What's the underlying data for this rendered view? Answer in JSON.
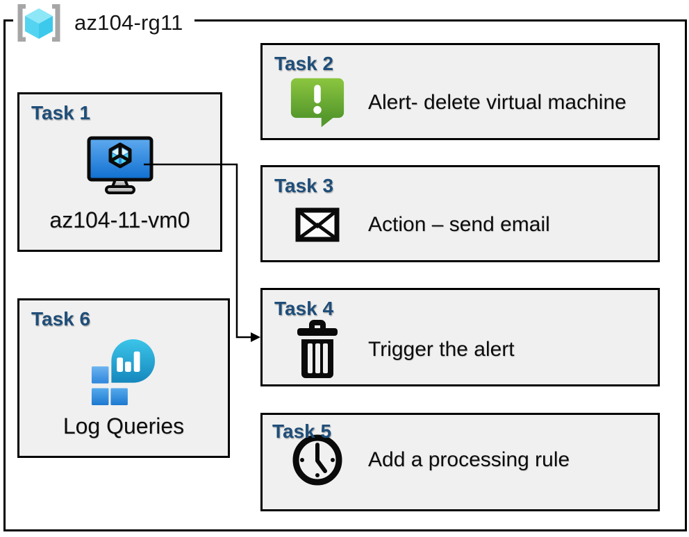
{
  "header": {
    "title": "az104-rg11",
    "icon": "resource-group-icon"
  },
  "tasks": [
    {
      "title": "Task 1",
      "label": "az104-11-vm0",
      "icon": "virtual-machine-icon"
    },
    {
      "title": "Task 2",
      "label": "Alert- delete virtual machine",
      "icon": "alert-message-icon"
    },
    {
      "title": "Task 3",
      "label": "Action – send email",
      "icon": "email-envelope-icon"
    },
    {
      "title": "Task 4",
      "label": "Trigger the alert",
      "icon": "trash-icon"
    },
    {
      "title": "Task 5",
      "label": "Add a processing rule",
      "icon": "clock-icon"
    },
    {
      "title": "Task 6",
      "label": "Log Queries",
      "icon": "log-queries-icon"
    }
  ],
  "connector": {
    "from": "Task 1",
    "to": "Task 4"
  },
  "colors": {
    "task_heading": "#1f4e79",
    "box_fill": "#f0f0f0",
    "box_border": "#000000",
    "frame_border": "#000000",
    "alert_green_top": "#8cc63f",
    "alert_green_bottom": "#55982c",
    "vm_screen_top": "#5faaef",
    "vm_screen_bottom": "#0f6fd0",
    "rg_cube_top": "#8ee7f7",
    "rg_cube_left": "#54d4f0",
    "rg_cube_right": "#3cc9ec",
    "rg_bracket_gray": "#a6a6a6",
    "log_teal_top": "#3cc5e9",
    "log_teal_bottom": "#1587bd",
    "log_square_light": "#55aaec",
    "log_square_dark": "#1d78d0"
  }
}
